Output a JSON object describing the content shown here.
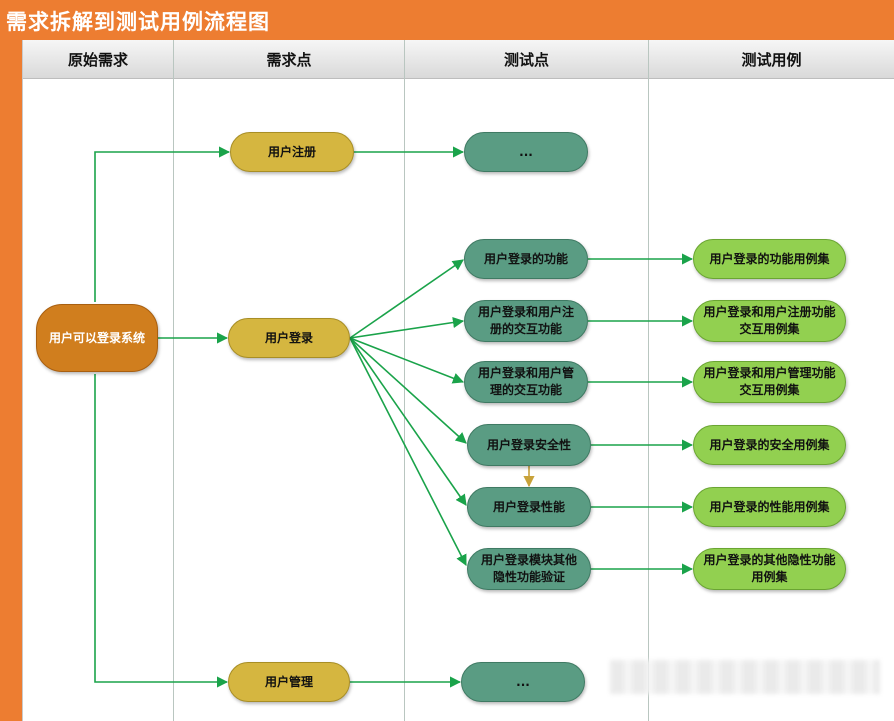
{
  "title": "需求拆解到测试用例流程图",
  "columns": [
    "原始需求",
    "需求点",
    "测试点",
    "测试用例"
  ],
  "nodes": {
    "root": "用户可以登录系统",
    "req_register": "用户注册",
    "req_login": "用户登录",
    "req_manage": "用户管理",
    "tp_register": "...",
    "tp_function": "用户登录的功能",
    "tp_interact_register": "用户登录和用户注册的交互功能",
    "tp_interact_manage": "用户登录和用户管理的交互功能",
    "tp_security": "用户登录安全性",
    "tp_performance": "用户登录性能",
    "tp_other": "用户登录模块其他隐性功能验证",
    "tp_manage": "...",
    "tc_function": "用户登录的功能用例集",
    "tc_interact_register": "用户登录和用户注册功能交互用例集",
    "tc_interact_manage": "用户登录和用户管理功能交互用例集",
    "tc_security": "用户登录的安全用例集",
    "tc_performance": "用户登录的性能用例集",
    "tc_other": "用户登录的其他隐性功能用例集"
  },
  "colors": {
    "accent": "#ed7d31",
    "root": "#d07e1e",
    "requirement": "#d5b640",
    "test_point": "#5a9c83",
    "test_case": "#92d050",
    "connector": "#1aa34a",
    "highlight_arrow": "#c8a23a"
  }
}
